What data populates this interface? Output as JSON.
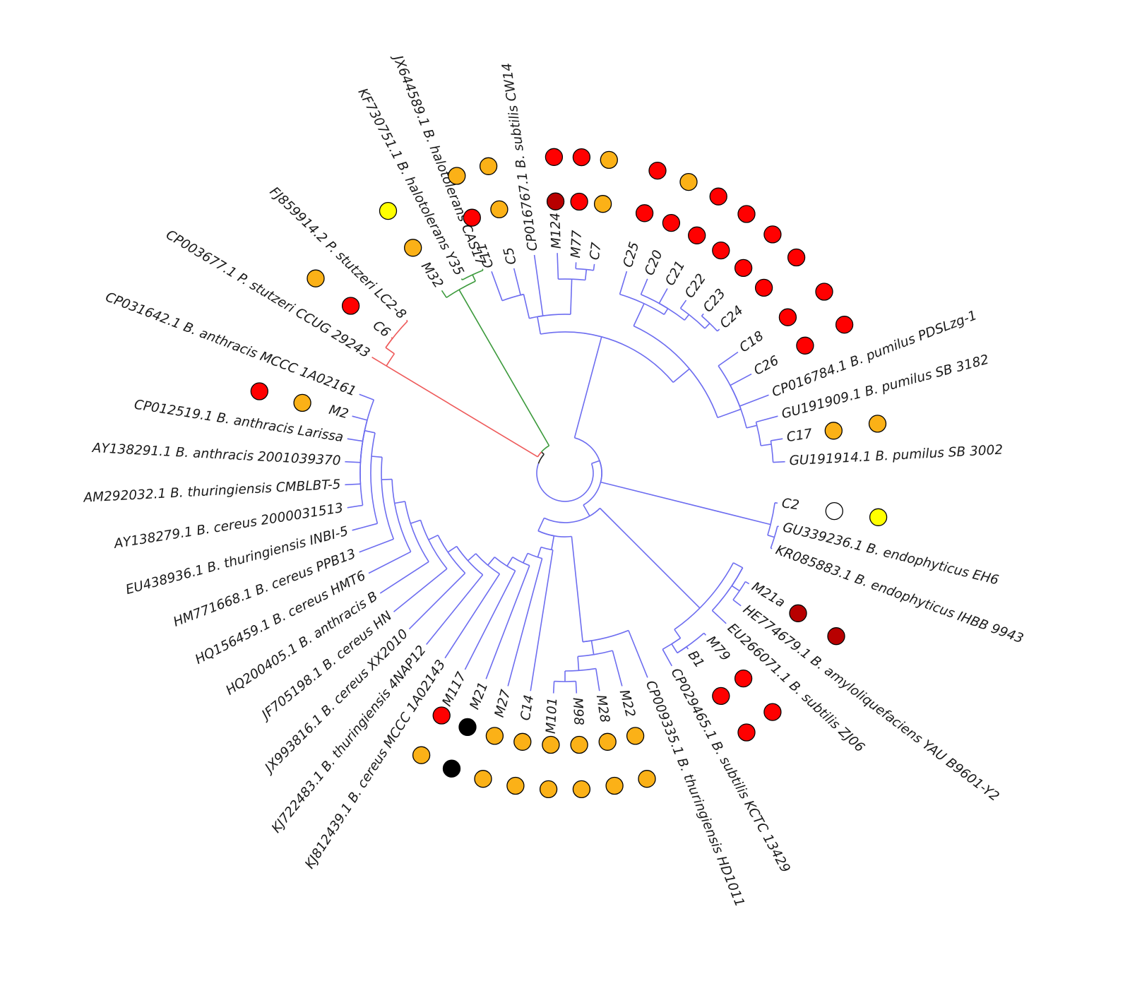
{
  "colors": {
    "blue_clade": "#6d6df0",
    "green_clade": "#3c9a3c",
    "red_clade": "#ee5a5a",
    "root": "#222222",
    "dot_red": "#ff0000",
    "dot_darkred": "#b80000",
    "dot_orange": "#fbb117",
    "dot_yellow": "#ffff00",
    "dot_black": "#000000",
    "dot_white": "#ffffff"
  },
  "leaves": [
    {
      "label": "C11",
      "clade": "blue",
      "dots": [
        "red",
        "orange"
      ]
    },
    {
      "label": "C5",
      "clade": "blue",
      "dots": [
        "orange",
        "orange"
      ]
    },
    {
      "label": "CP016767.1 B. subtilis CW14",
      "clade": "blue",
      "dots": []
    },
    {
      "label": "M124",
      "clade": "blue",
      "dots": [
        "darkred",
        "red"
      ]
    },
    {
      "label": "M77",
      "clade": "blue",
      "dots": [
        "red",
        "red"
      ]
    },
    {
      "label": "C7",
      "clade": "blue",
      "dots": [
        "orange",
        "orange"
      ]
    },
    {
      "label": "C25",
      "clade": "blue",
      "dots": [
        "red",
        "red"
      ]
    },
    {
      "label": "C20",
      "clade": "blue",
      "dots": [
        "red",
        "orange"
      ]
    },
    {
      "label": "C21",
      "clade": "blue",
      "dots": [
        "red",
        "red"
      ]
    },
    {
      "label": "C22",
      "clade": "blue",
      "dots": [
        "red",
        "red"
      ]
    },
    {
      "label": "C23",
      "clade": "blue",
      "dots": [
        "red",
        "red"
      ]
    },
    {
      "label": "C24",
      "clade": "blue",
      "dots": [
        "red",
        "red"
      ]
    },
    {
      "label": "C18",
      "clade": "blue",
      "dots": [
        "red",
        "red"
      ]
    },
    {
      "label": "C26",
      "clade": "blue",
      "dots": [
        "red",
        "red"
      ]
    },
    {
      "label": "CP016784.1 B. pumilus PDSLzg-1",
      "clade": "blue",
      "dots": []
    },
    {
      "label": "GU191909.1 B. pumilus SB 3182",
      "clade": "blue",
      "dots": []
    },
    {
      "label": "C17",
      "clade": "blue",
      "dots": [
        "orange",
        "orange"
      ]
    },
    {
      "label": "GU191914.1 B. pumilus SB 3002",
      "clade": "blue",
      "dots": []
    },
    {
      "label": "C2",
      "clade": "blue",
      "dots": [
        "white",
        "yellow"
      ]
    },
    {
      "label": "GU339236.1 B. endophyticus EH6",
      "clade": "blue",
      "dots": []
    },
    {
      "label": "KR085883.1 B. endophyticus IHBB 9943",
      "clade": "blue",
      "dots": []
    },
    {
      "label": "M21a",
      "clade": "blue",
      "dots": [
        "darkred",
        "darkred"
      ]
    },
    {
      "label": "HE774679.1 B. amyloliquefaciens YAU B9601-Y2",
      "clade": "blue",
      "dots": []
    },
    {
      "label": "EU266071.1 B. subtilis ZJ06",
      "clade": "blue",
      "dots": []
    },
    {
      "label": "M79",
      "clade": "blue",
      "dots": [
        "red",
        "red"
      ]
    },
    {
      "label": "B1",
      "clade": "blue",
      "dots": [
        "red",
        "red"
      ]
    },
    {
      "label": "CP029465.1 B. subtilis KCTC 13429",
      "clade": "blue",
      "dots": []
    },
    {
      "label": "CP009335.1 B. thuringiensis HD1011",
      "clade": "blue",
      "dots": []
    },
    {
      "label": "M22",
      "clade": "blue",
      "dots": [
        "orange",
        "orange"
      ]
    },
    {
      "label": "M28",
      "clade": "blue",
      "dots": [
        "orange",
        "orange"
      ]
    },
    {
      "label": "M98",
      "clade": "blue",
      "dots": [
        "orange",
        "orange"
      ]
    },
    {
      "label": "M101",
      "clade": "blue",
      "dots": [
        "orange",
        "orange"
      ]
    },
    {
      "label": "C14",
      "clade": "blue",
      "dots": [
        "orange",
        "orange"
      ]
    },
    {
      "label": "M27",
      "clade": "blue",
      "dots": [
        "orange",
        "orange"
      ]
    },
    {
      "label": "M21",
      "clade": "blue",
      "dots": [
        "black",
        "black"
      ]
    },
    {
      "label": "M117",
      "clade": "blue",
      "dots": [
        "red",
        "orange"
      ]
    },
    {
      "label": "KJ812439.1 B. cereus MCCC 1A02143",
      "clade": "blue",
      "dots": []
    },
    {
      "label": "KJ722483.1 B. thuringiensis 4NAP12",
      "clade": "blue",
      "dots": []
    },
    {
      "label": "JX993816.1 B. cereus XX2010",
      "clade": "blue",
      "dots": []
    },
    {
      "label": "JF705198.1 B. cereus HN",
      "clade": "blue",
      "dots": []
    },
    {
      "label": "HQ200405.1 B. anthracis B",
      "clade": "blue",
      "dots": []
    },
    {
      "label": "HQ156459.1 B. cereus HMT6",
      "clade": "blue",
      "dots": []
    },
    {
      "label": "HM771668.1 B. cereus PPB13",
      "clade": "blue",
      "dots": []
    },
    {
      "label": "EU438936.1 B. thuringiensis INBI-5",
      "clade": "blue",
      "dots": []
    },
    {
      "label": "AY138279.1 B. cereus 2000031513",
      "clade": "blue",
      "dots": []
    },
    {
      "label": "AM292032.1 B. thuringiensis CMBLBT-5",
      "clade": "blue",
      "dots": []
    },
    {
      "label": "AY138291.1 B. anthracis 2001039370",
      "clade": "blue",
      "dots": []
    },
    {
      "label": "CP012519.1 B. anthracis Larissa",
      "clade": "blue",
      "dots": []
    },
    {
      "label": "M2",
      "clade": "blue",
      "dots": [
        "orange",
        "red"
      ]
    },
    {
      "label": "CP031642.1 B. anthracis MCCC 1A02161",
      "clade": "blue",
      "dots": []
    },
    {
      "label": "CP003677.1 P. stutzeri CCUG 29243",
      "clade": "red",
      "dots": []
    },
    {
      "label": "C6",
      "clade": "red",
      "dots": [
        "red",
        "orange"
      ]
    },
    {
      "label": "FJ859914.2 P. stutzeri LC2-8",
      "clade": "red",
      "dots": []
    },
    {
      "label": "M32",
      "clade": "green",
      "dots": [
        "orange",
        "yellow"
      ]
    },
    {
      "label": "KF730751.1 B. halotolerans Y35",
      "clade": "green",
      "dots": []
    },
    {
      "label": "JX644589.1 B. halotolerans CAS17",
      "clade": "green",
      "dots": []
    }
  ]
}
